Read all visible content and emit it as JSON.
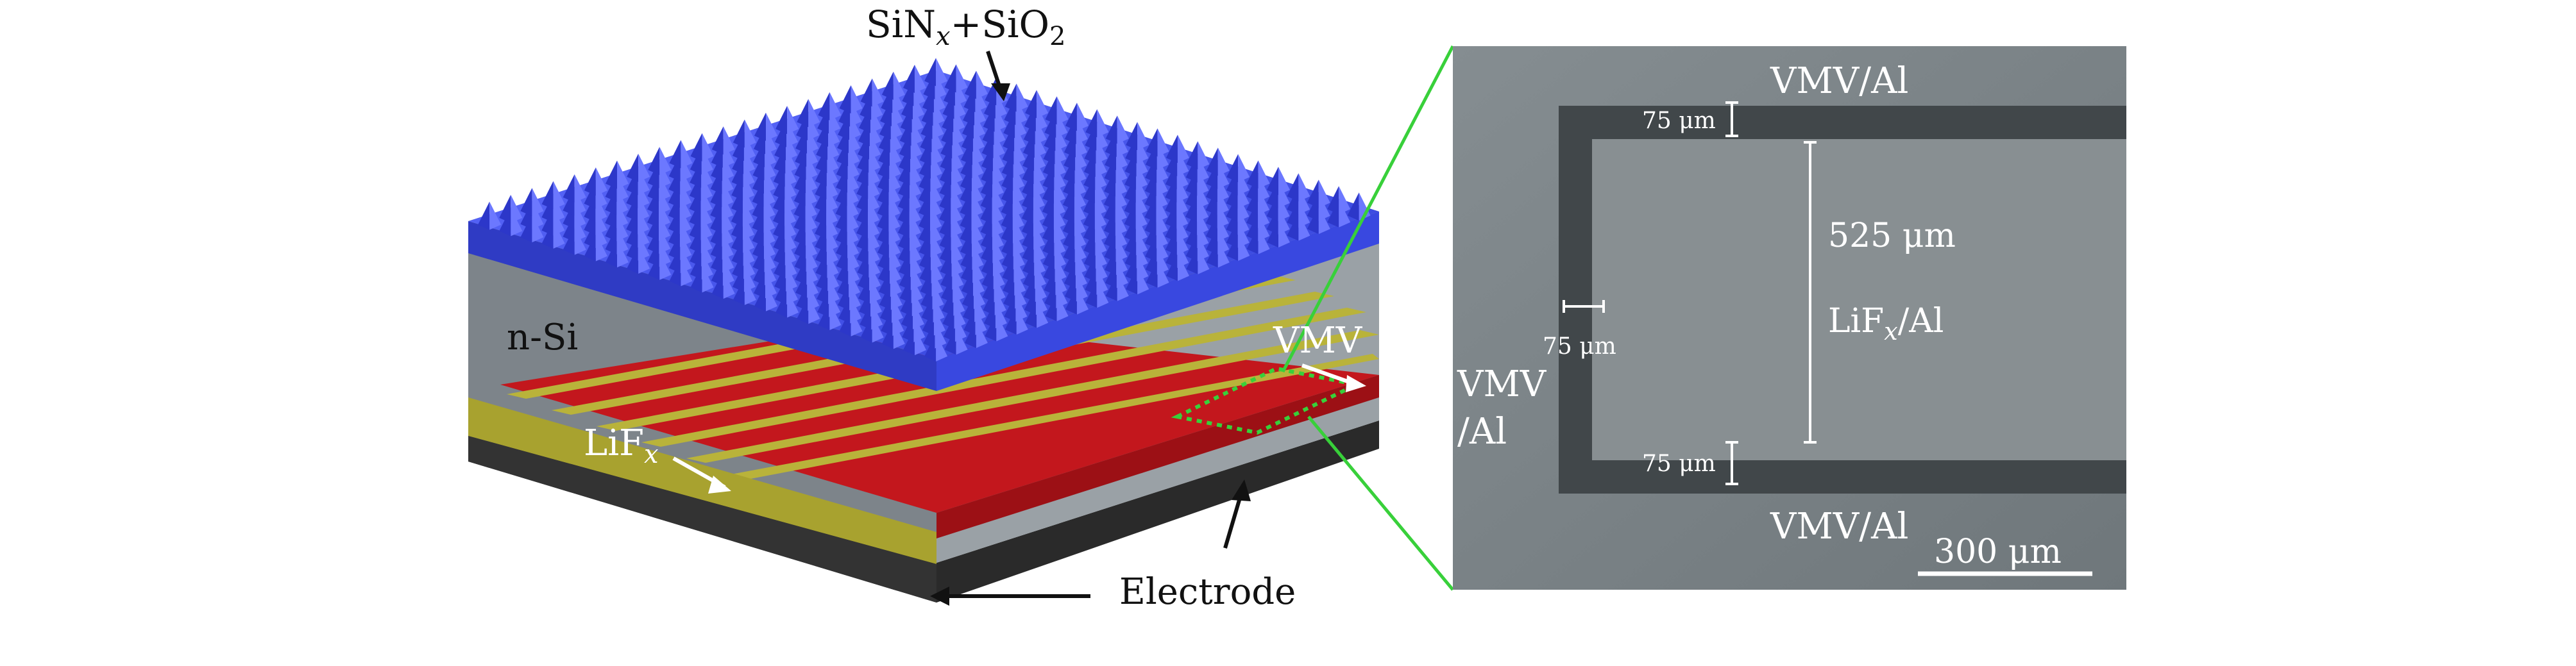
{
  "schematic": {
    "top_layer_label": "SiN",
    "top_layer_sub_x": "x",
    "top_layer_plus": "+SiO",
    "top_layer_sub_2": "2",
    "bulk_label": "n-Si",
    "vmv_label": "VMV",
    "lif_label": "LiF",
    "lif_sub": "x",
    "electrode_label": "Electrode",
    "colors": {
      "pyramids": "#4b5bff",
      "pyramid_dark": "#2c37c9",
      "silicon": "#8f969c",
      "silicon_dark": "#70767c",
      "red_stripe": "#c3171d",
      "yellow_stripe": "#b9b33a",
      "electrode": "#2a2a2a",
      "highlight_green": "#38d03a"
    }
  },
  "sem": {
    "top_contact_label": "VMV/Al",
    "bottom_contact_label": "VMV/Al",
    "left_contact_line1": "VMV",
    "left_contact_line2": "/Al",
    "top_gap_label": "75 μm",
    "left_gap_label": "75 μm",
    "bottom_gap_label": "75 μm",
    "finger_width_label": "525 μm",
    "center_label": "LiF",
    "center_sub": "x",
    "center_suffix": "/Al",
    "scale_bar_label": "300 μm",
    "colors": {
      "background": "#7c8589",
      "dark_band": "#41474a",
      "center_region": "#888f92"
    }
  }
}
